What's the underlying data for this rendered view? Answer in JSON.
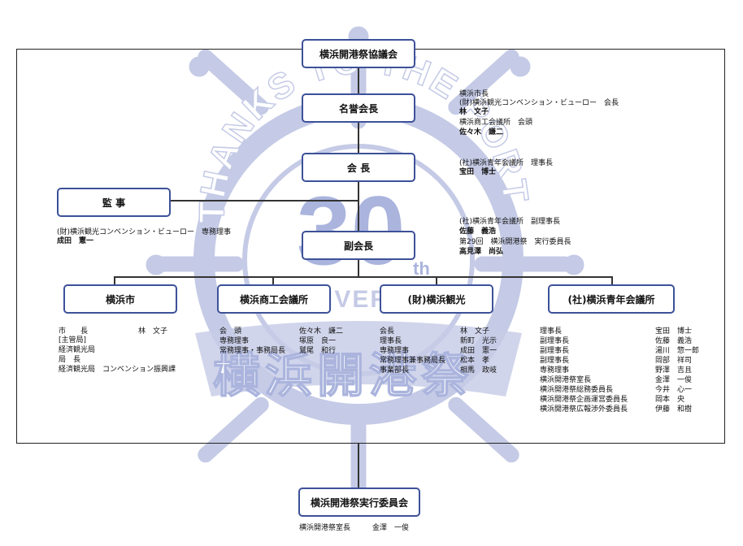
{
  "colors": {
    "box_border": "#3d5199",
    "watermark": "#c5cbe6",
    "line": "#333333"
  },
  "watermark": {
    "arc_text": "THANKS TO THE PORT",
    "number": "30",
    "suffix": "th",
    "anniversary": "ANNIVERSARY",
    "banner": "横浜開港祭"
  },
  "boxes": {
    "council": "横浜開港祭協議会",
    "honorary": "名誉会長",
    "chair": "会 長",
    "auditor": "監 事",
    "vice": "副会長",
    "city": "横浜市",
    "chamber": "横浜商工会議所",
    "tourism": "(財)横浜観光",
    "jaycees": "(社)横浜青年会議所",
    "committee": "横浜開港祭実行委員会"
  },
  "honorary_members": [
    "横浜市長",
    "(財)横浜観光コンベンション・ビューロー　会長",
    "林　文子",
    "横浜商工会議所　会頭",
    "佐々木　謙二"
  ],
  "chair_members": [
    "(社)横浜青年会議所　理事長",
    "宝田　博士"
  ],
  "auditor_members": [
    "(財)横浜観光コンベンション・ビューロー　専務理事",
    "成田　憲一"
  ],
  "vice_members": [
    "(社)横浜青年会議所　副理事長",
    "佐藤　義浩",
    "第29回　横浜開港祭　実行委員長",
    "高見澤　尚弘"
  ],
  "city": {
    "roles": [
      "市　　長",
      "[主管局]",
      "経済観光局",
      "局　長",
      "経済観光局　コンベンション振興課"
    ],
    "names": [
      "林　文子"
    ]
  },
  "chamber": {
    "roles": [
      "会　頭",
      "専務理事",
      "常務理事・事務局長"
    ],
    "names": [
      "佐々木　謙二",
      "塚原　良一",
      "鷲尾　和行"
    ]
  },
  "tourism": {
    "roles": [
      "会長",
      "理事長",
      "専務理事",
      "常務理事兼事務局長",
      "事業部長"
    ],
    "names": [
      "林　文子",
      "新町　光示",
      "成田　憲一",
      "松本　孝",
      "相馬　政岐"
    ]
  },
  "jaycees": {
    "roles": [
      "理事長",
      "副理事長",
      "副理事長",
      "副理事長",
      "専務理事",
      "横浜開港祭室長",
      "横浜開港祭総務委員長",
      "横浜開港祭企画運営委員長",
      "横浜開港祭広報渉外委員長"
    ],
    "names": [
      "宝田　博士",
      "佐藤　義浩",
      "湯川　惣一郎",
      "岡部　祥司",
      "野澤　吉且",
      "金澤　一俊",
      "今井　心一",
      "岡本　央",
      "伊藤　和樹"
    ]
  },
  "committee_members": [
    "横浜開港祭室長　　　金澤　一俊"
  ]
}
